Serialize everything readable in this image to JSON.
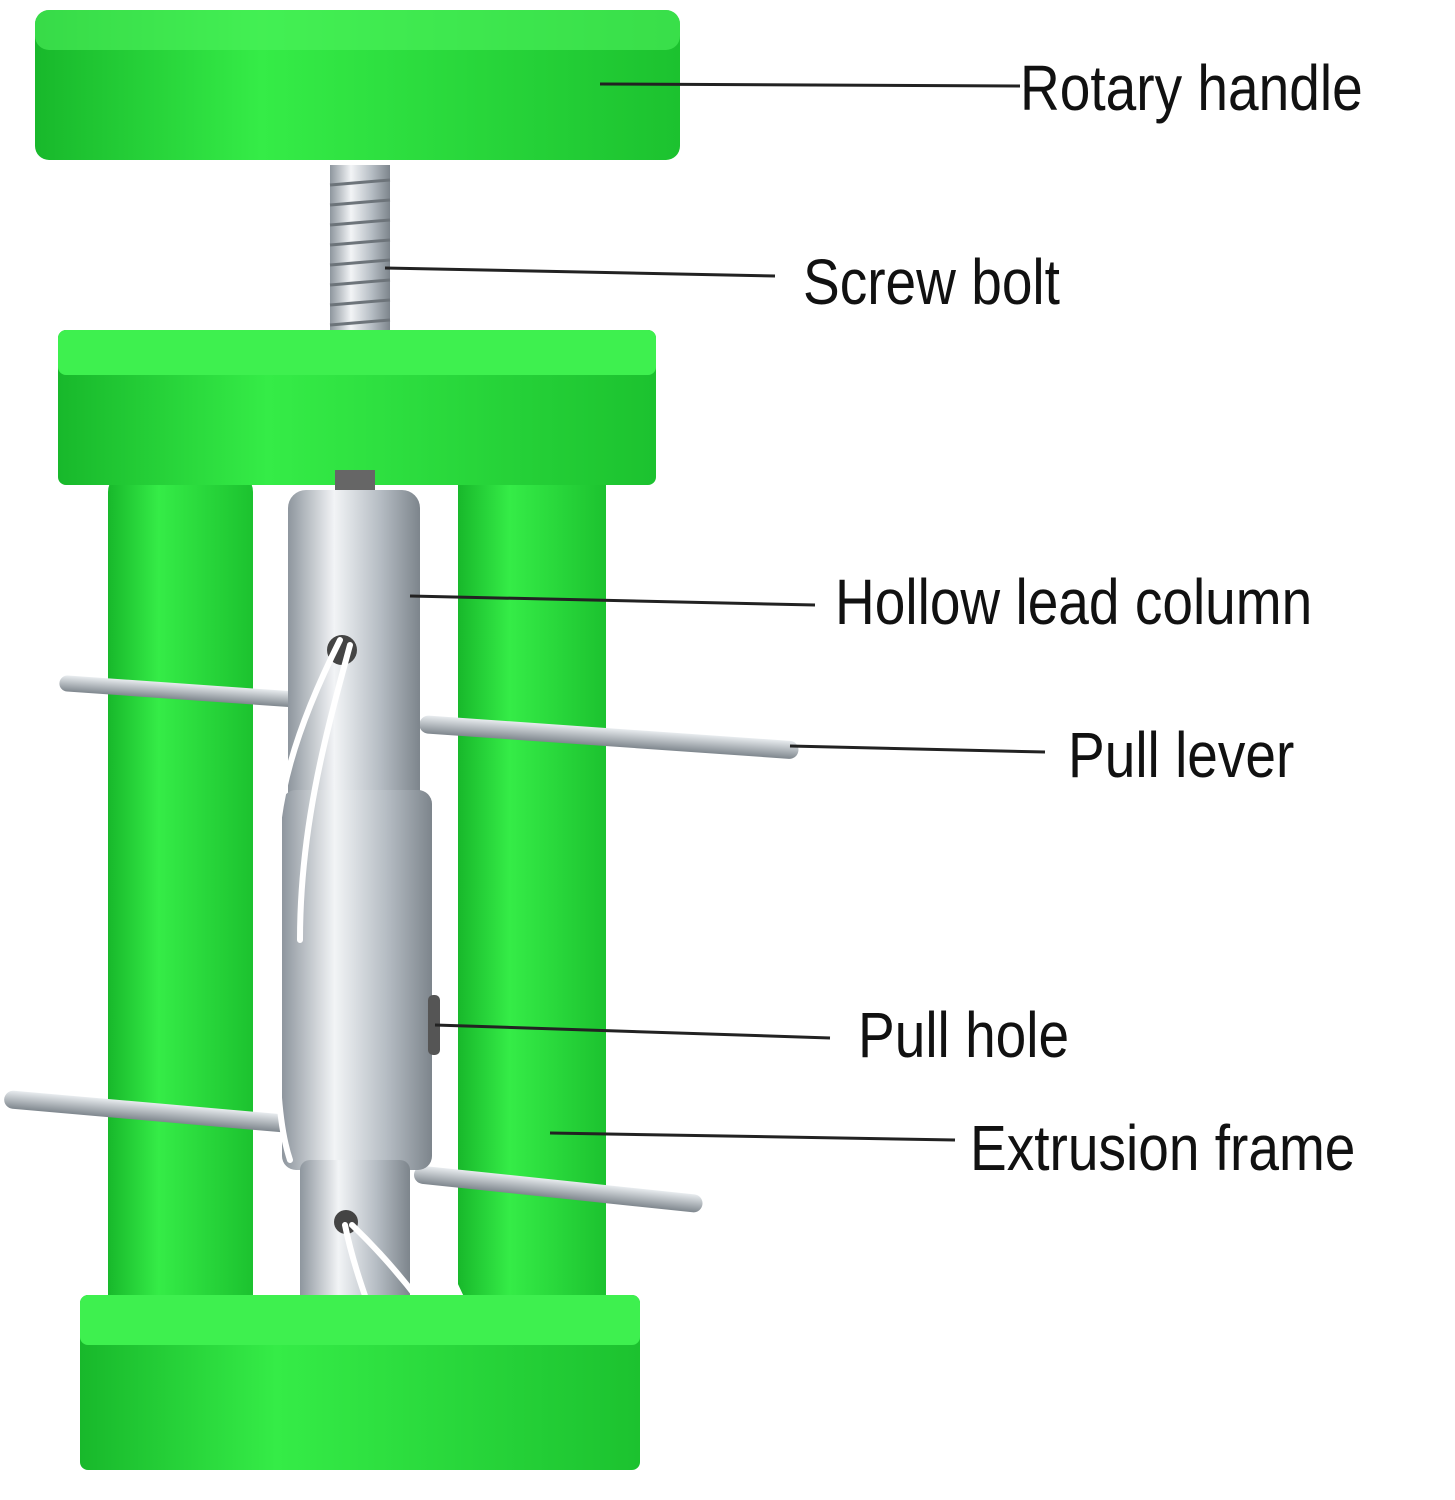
{
  "labels": {
    "rotary_handle": "Rotary handle",
    "screw_bolt": "Screw bolt",
    "hollow_lead_column": "Hollow lead column",
    "pull_lever": "Pull lever",
    "pull_hole": "Pull hole",
    "extrusion_frame": "Extrusion frame"
  },
  "colors": {
    "frame_green": "#27e03a",
    "frame_dark": "#17b82a",
    "metal": "#c9ced3",
    "line": "#222222"
  }
}
